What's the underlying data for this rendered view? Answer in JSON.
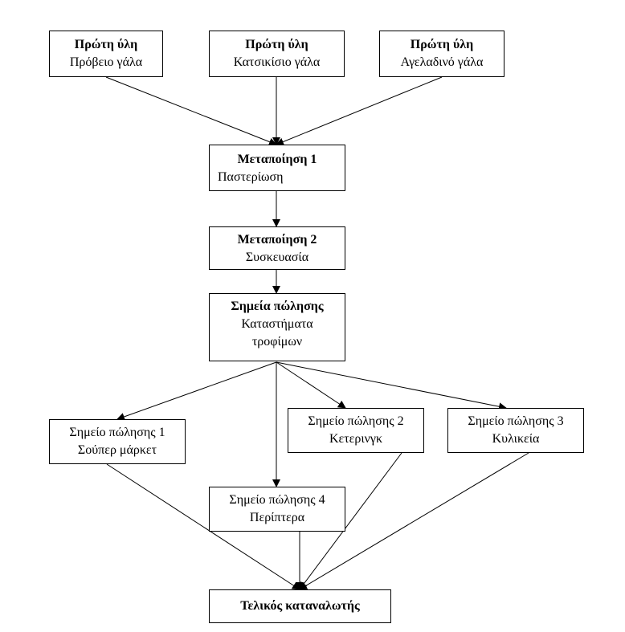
{
  "raw_materials": [
    {
      "heading": "Πρώτη ύλη",
      "text": "Πρόβειο γάλα"
    },
    {
      "heading": "Πρώτη ύλη",
      "text": "Κατσικίσιο γάλα"
    },
    {
      "heading": "Πρώτη ύλη",
      "text": "Αγελαδινό γάλα"
    }
  ],
  "processing_1": {
    "heading": "Μεταποίηση 1",
    "text": "Παστερίωση"
  },
  "processing_2": {
    "heading": "Μεταποίηση 2",
    "text": "Συσκευασία"
  },
  "points_of_sale": {
    "heading": "Σημεία πώλησης",
    "line1": "Καταστήματα",
    "line2": "τροφίμων"
  },
  "sale_points": [
    {
      "title": "Σημείο πώλησης 1",
      "text": "Σούπερ μάρκετ"
    },
    {
      "title": "Σημείο πώλησης 2",
      "text": "Κετερινγκ"
    },
    {
      "title": "Σημείο πώλησης 3",
      "text": "Κυλικεία"
    },
    {
      "title": "Σημείο πώλησης 4",
      "text": "Περίπτερα"
    }
  ],
  "final_consumer": "Τελικός καταναλωτής",
  "colors": {
    "line": "#000000",
    "box_border": "#000000",
    "background": "#ffffff"
  }
}
